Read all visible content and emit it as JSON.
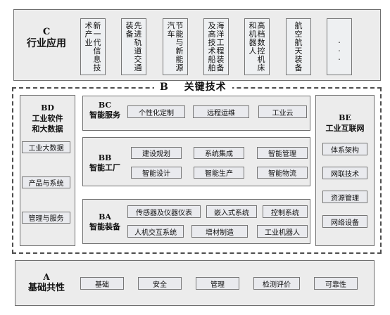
{
  "layer_c": {
    "code": "C",
    "title": "行业应用",
    "sectors": [
      {
        "lines": [
          "新一代信息技",
          "术产业"
        ]
      },
      {
        "lines": [
          "先进轨道交通",
          "装备"
        ]
      },
      {
        "lines": [
          "节能与新能源",
          "汽车"
        ]
      },
      {
        "lines": [
          "海洋工程装备",
          "及高技术船舶"
        ]
      },
      {
        "lines": [
          "高档数控机床",
          "和机器人"
        ]
      },
      {
        "lines": [
          "航空航天装备"
        ]
      },
      {
        "lines": [
          "…"
        ]
      }
    ]
  },
  "layer_b": {
    "code": "B",
    "title": "关键技术",
    "bd": {
      "code": "BD",
      "title_line1": "工业软件",
      "title_line2": "和大数据",
      "items": [
        "工业大数据",
        "产品与系统",
        "管理与服务"
      ]
    },
    "bc": {
      "code": "BC",
      "title": "智能服务",
      "items": [
        "个性化定制",
        "远程运维",
        "工业云"
      ]
    },
    "bb": {
      "code": "BB",
      "title": "智能工厂",
      "rows": [
        [
          "建设规划",
          "系统集成",
          "智能管理"
        ],
        [
          "智能设计",
          "智能生产",
          "智能物流"
        ]
      ]
    },
    "ba": {
      "code": "BA",
      "title": "智能装备",
      "rows": [
        [
          "传感器及仪器仪表",
          "嵌入式系统",
          "控制系统"
        ],
        [
          "人机交互系统",
          "增材制造",
          "工业机器人"
        ]
      ]
    },
    "be": {
      "code": "BE",
      "title": "工业互联网",
      "items": [
        "体系架构",
        "网联技术",
        "资源管理",
        "网络设备"
      ]
    }
  },
  "layer_a": {
    "code": "A",
    "title": "基础共性",
    "items": [
      "基础",
      "安全",
      "管理",
      "检测评价",
      "可靠性"
    ]
  }
}
